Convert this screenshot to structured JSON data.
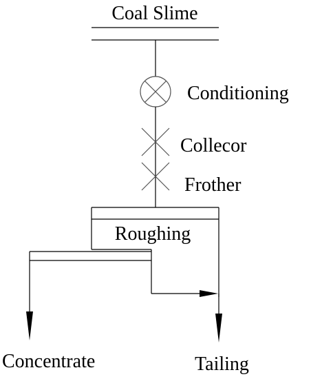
{
  "diagram": {
    "feed_label": "Coal Slime",
    "conditioning_label": "Conditioning",
    "collector_label": "Collecor",
    "frother_label": "Frother",
    "roughing_label": "Roughing",
    "concentrate_label": "Concentrate",
    "tailing_label": "Tailing"
  },
  "colors": {
    "line": "#000000",
    "conditioner_symbol": "#555555",
    "reagent_symbol": "#555555",
    "arrow": "#000000"
  }
}
